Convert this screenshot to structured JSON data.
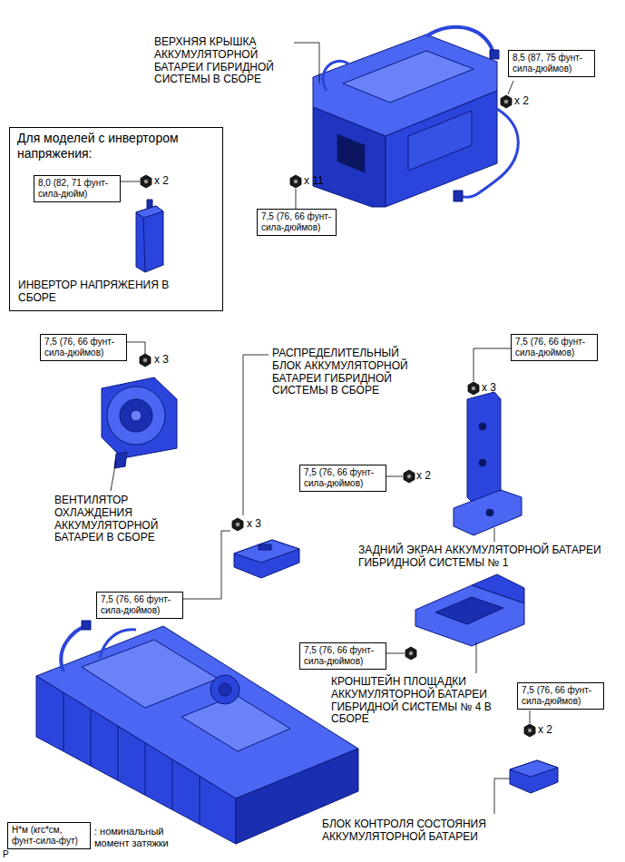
{
  "diagram": {
    "nodes": [
      {
        "text": [
          "Для моделей с инвертором напряжения:"
        ]
      },
      {
        "text": [
          "8,5 (87, 75 фунт-сила-дюймов)"
        ]
      },
      {
        "text": [
          "8,0 (82, 71 фунт-сила-дюйм)"
        ],
        "in": 0
      },
      {
        "text": [
          "7,5 (76, 66 фунт-сила-дюймов)"
        ]
      },
      {
        "text": [
          "7,5 (76, 66 фунт-сила-дюймов)"
        ]
      },
      {
        "text": [
          "7,5 (76, 66 фунт-сила-дюймов)"
        ]
      },
      {
        "text": [
          "7,5 (76, 66 фунт-сила-дюймов)"
        ]
      },
      {
        "text": [
          "7,5 (76, 66 фунт-сила-дюймов)"
        ]
      },
      {
        "text": [
          "7,5 (76, 66 фунт-сила-дюймов)"
        ]
      },
      {
        "text": [
          "7,5 (76, 66 фунт-сила-дюймов)"
        ]
      },
      {
        "text": [
          "Н*м (кгс*см, фунт-сила-фут)"
        ]
      }
    ],
    "labels": [
      "ВЕРХНЯЯ КРЫШКА АККУМУЛЯТОРНОЙ БАТАРЕИ ГИБРИДНОЙ СИСТЕМЫ В СБОРЕ",
      "x 2",
      "x 2",
      "x 11",
      "ИНВЕРТОР НАПРЯЖЕНИЯ В СБОРЕ",
      "x 3",
      "РАСПРЕДЕЛИТЕЛЬНЫЙ БЛОК АККУМУЛЯТОРНОЙ БАТАРЕИ ГИБРИДНОЙ СИСТЕМЫ В СБОРЕ",
      "x 3",
      "x 2",
      "ВЕНТИЛЯТОР ОХЛАЖДЕНИЯ АККУМУЛЯТОРНОЙ БАТАРЕИ В СБОРЕ",
      "x 3",
      "ЗАДНИЙ ЭКРАН АККУМУЛЯТОРНОЙ БАТАРЕИ ГИБРИДНОЙ СИСТЕМЫ № 1",
      "КРОНШТЕЙН ПЛОЩАДКИ АККУМУЛЯТОРНОЙ БАТАРЕИ ГИБРИДНОЙ СИСТЕМЫ № 4 В СБОРЕ",
      "x 2",
      "БЛОК КОНТРОЛЯ СОСТОЯНИЯ АККУМУЛЯТОРНОЙ БАТАРЕИ",
      ": номинальный момент затяжки",
      "P"
    ]
  }
}
